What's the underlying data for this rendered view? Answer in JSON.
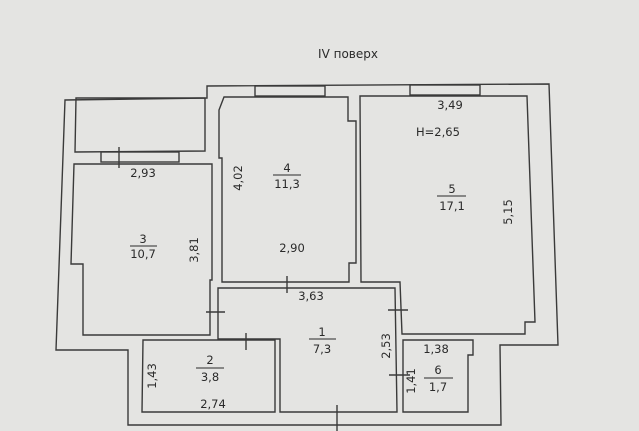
{
  "title": "IV поверх",
  "ceiling_height": "H=2,65",
  "rooms": [
    {
      "number": "1",
      "area": "7,3"
    },
    {
      "number": "2",
      "area": "3,8"
    },
    {
      "number": "3",
      "area": "10,7"
    },
    {
      "number": "4",
      "area": "11,3"
    },
    {
      "number": "5",
      "area": "17,1"
    },
    {
      "number": "6",
      "area": "1,7"
    }
  ],
  "dimensions": {
    "room3_width": "2,93",
    "room3_height": "3,81",
    "room4_height": "4,02",
    "room4_width": "2,90",
    "room5_width": "3,49",
    "room5_height": "5,15",
    "room1_width": "3,63",
    "room1_height": "2,53",
    "room2_height": "1,43",
    "room2_width": "2,74",
    "room6_width": "1,38",
    "room6_height": "1,41"
  }
}
